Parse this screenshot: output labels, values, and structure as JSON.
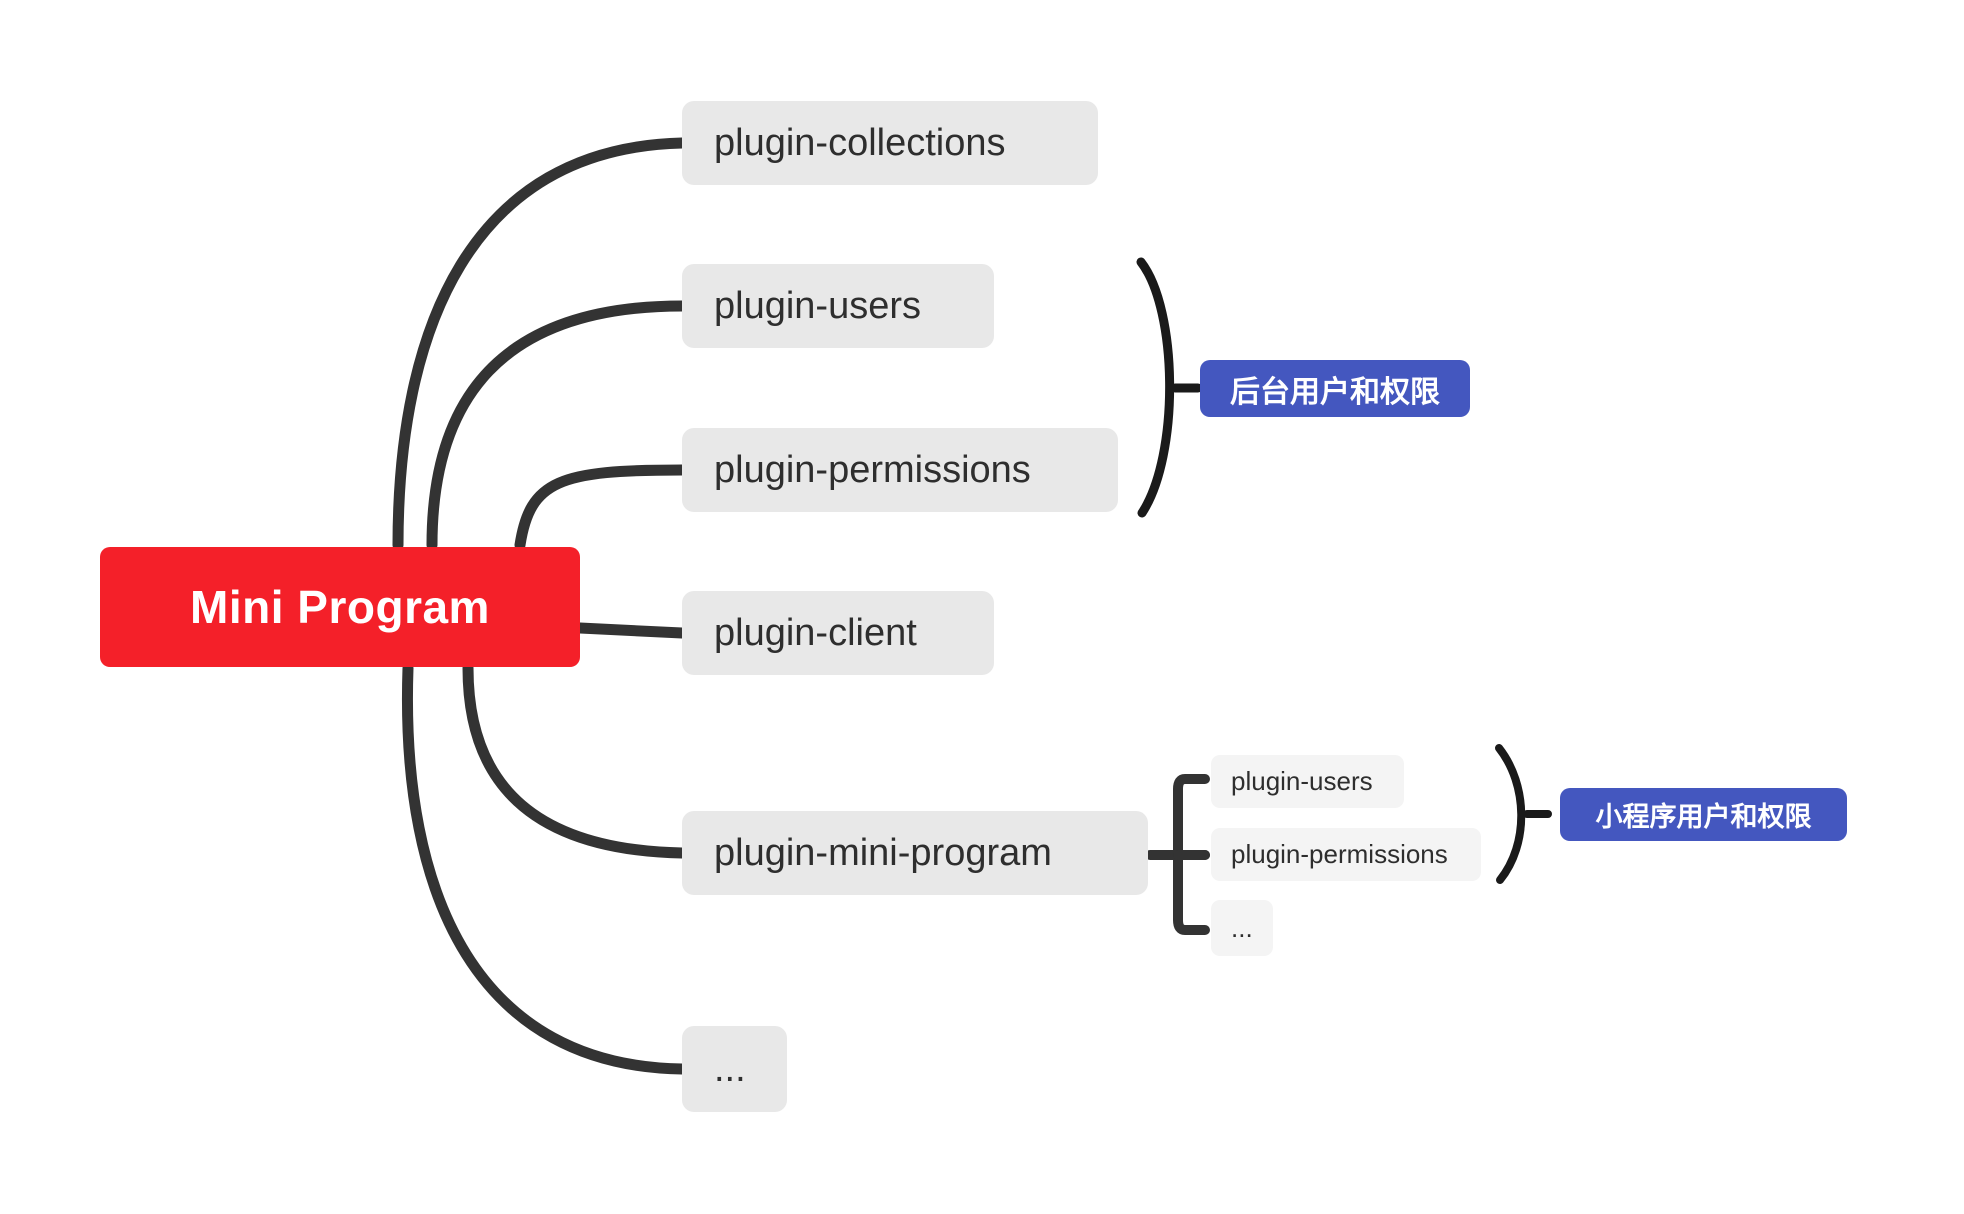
{
  "diagram": {
    "type": "mind-map",
    "title": "Mini Program plugin architecture mind map",
    "background_color": "#FFFFFF",
    "colors": {
      "root_fill": "#F42029",
      "root_text": "#FFFFFF",
      "branch_fill": "#E8E8E8",
      "branch_text": "#2E2E2E",
      "leaf_fill": "#F4F4F4",
      "leaf_text": "#2E2E2E",
      "badge_fill": "#4457BF",
      "badge_text": "#FFFFFF",
      "connector": "#333333"
    }
  },
  "root": {
    "label": "Mini Program"
  },
  "branches": [
    {
      "label": "plugin-collections"
    },
    {
      "label": "plugin-users"
    },
    {
      "label": "plugin-permissions"
    },
    {
      "label": "plugin-client"
    },
    {
      "label": "plugin-mini-program"
    },
    {
      "label": "..."
    }
  ],
  "sub_nodes": [
    {
      "label": "plugin-users"
    },
    {
      "label": "plugin-permissions"
    },
    {
      "label": "..."
    }
  ],
  "badges": [
    {
      "label": "后台用户和权限"
    },
    {
      "label": "小程序用户和权限"
    }
  ]
}
